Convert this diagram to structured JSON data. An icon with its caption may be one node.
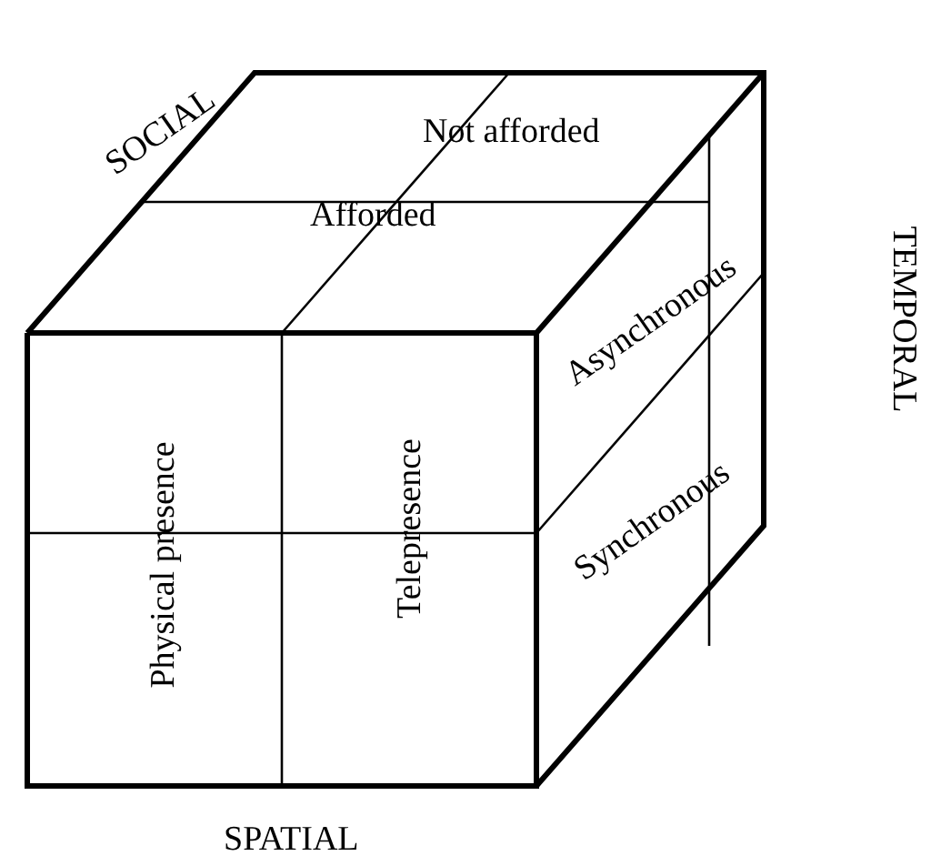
{
  "diagram": {
    "labels": [
      "SOCIAL",
      "Not afforded",
      "Afforded",
      "TEMPORAL",
      "Asynchronous",
      "Synchronous",
      "Physical presence",
      "Telepresence",
      "SPATIAL"
    ]
  }
}
